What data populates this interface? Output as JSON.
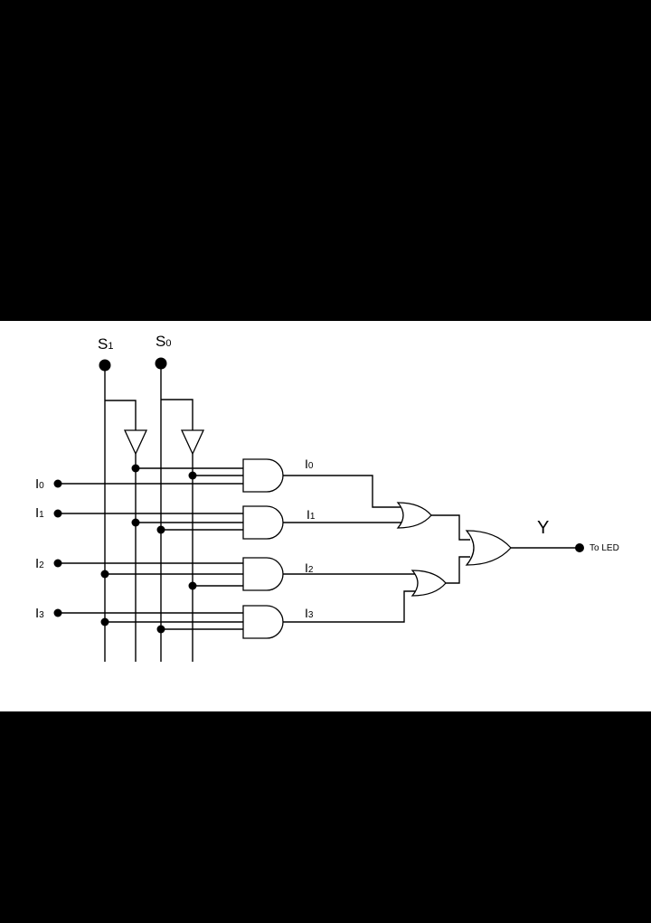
{
  "colors": {
    "background": "#000000",
    "panel": "#ffffff",
    "ink": "#000000"
  },
  "selects": {
    "s1": {
      "main": "S",
      "sub": "1"
    },
    "s0": {
      "main": "S",
      "sub": "0"
    }
  },
  "inputs": [
    {
      "main": "I",
      "sub": "0"
    },
    {
      "main": "I",
      "sub": "1"
    },
    {
      "main": "I",
      "sub": "2"
    },
    {
      "main": "I",
      "sub": "3"
    }
  ],
  "and_outputs": [
    {
      "main": "I",
      "sub": "0"
    },
    {
      "main": "I",
      "sub": "1"
    },
    {
      "main": "I",
      "sub": "2"
    },
    {
      "main": "I",
      "sub": "3"
    }
  ],
  "output": {
    "label": "Y",
    "target": "To LED"
  }
}
